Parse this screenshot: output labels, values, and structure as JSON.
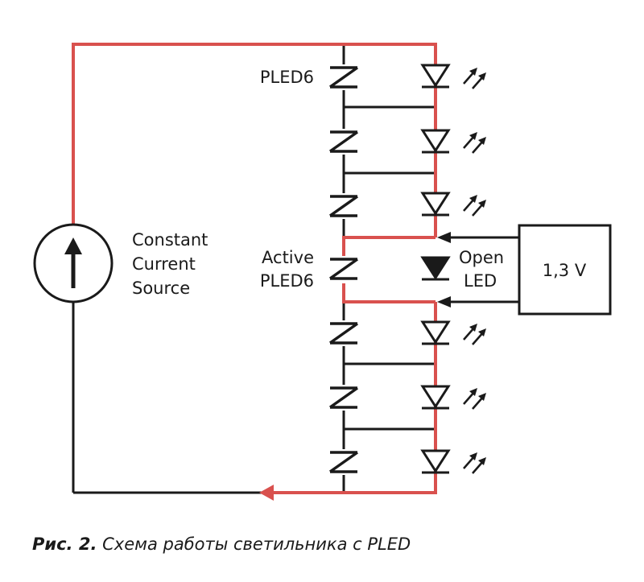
{
  "colors": {
    "current_path": "#d9514e",
    "wire": "#1a1a1a",
    "background": "#ffffff"
  },
  "labels": {
    "source_line1": "Constant",
    "source_line2": "Current",
    "source_line3": "Source",
    "pled_top": "PLED6",
    "active_line1": "Active",
    "active_line2": "PLED6",
    "open_line1": "Open",
    "open_line2": "LED",
    "voltage_box": "1,3 V"
  },
  "caption": {
    "prefix": "Рис. 2.",
    "text": " Схема работы светильника с PLED"
  },
  "icons": {
    "source": "current-source-arrow-icon",
    "led": "led-diode-icon",
    "pled": "zener-pled-icon",
    "emission": "light-emission-arrows-icon"
  }
}
